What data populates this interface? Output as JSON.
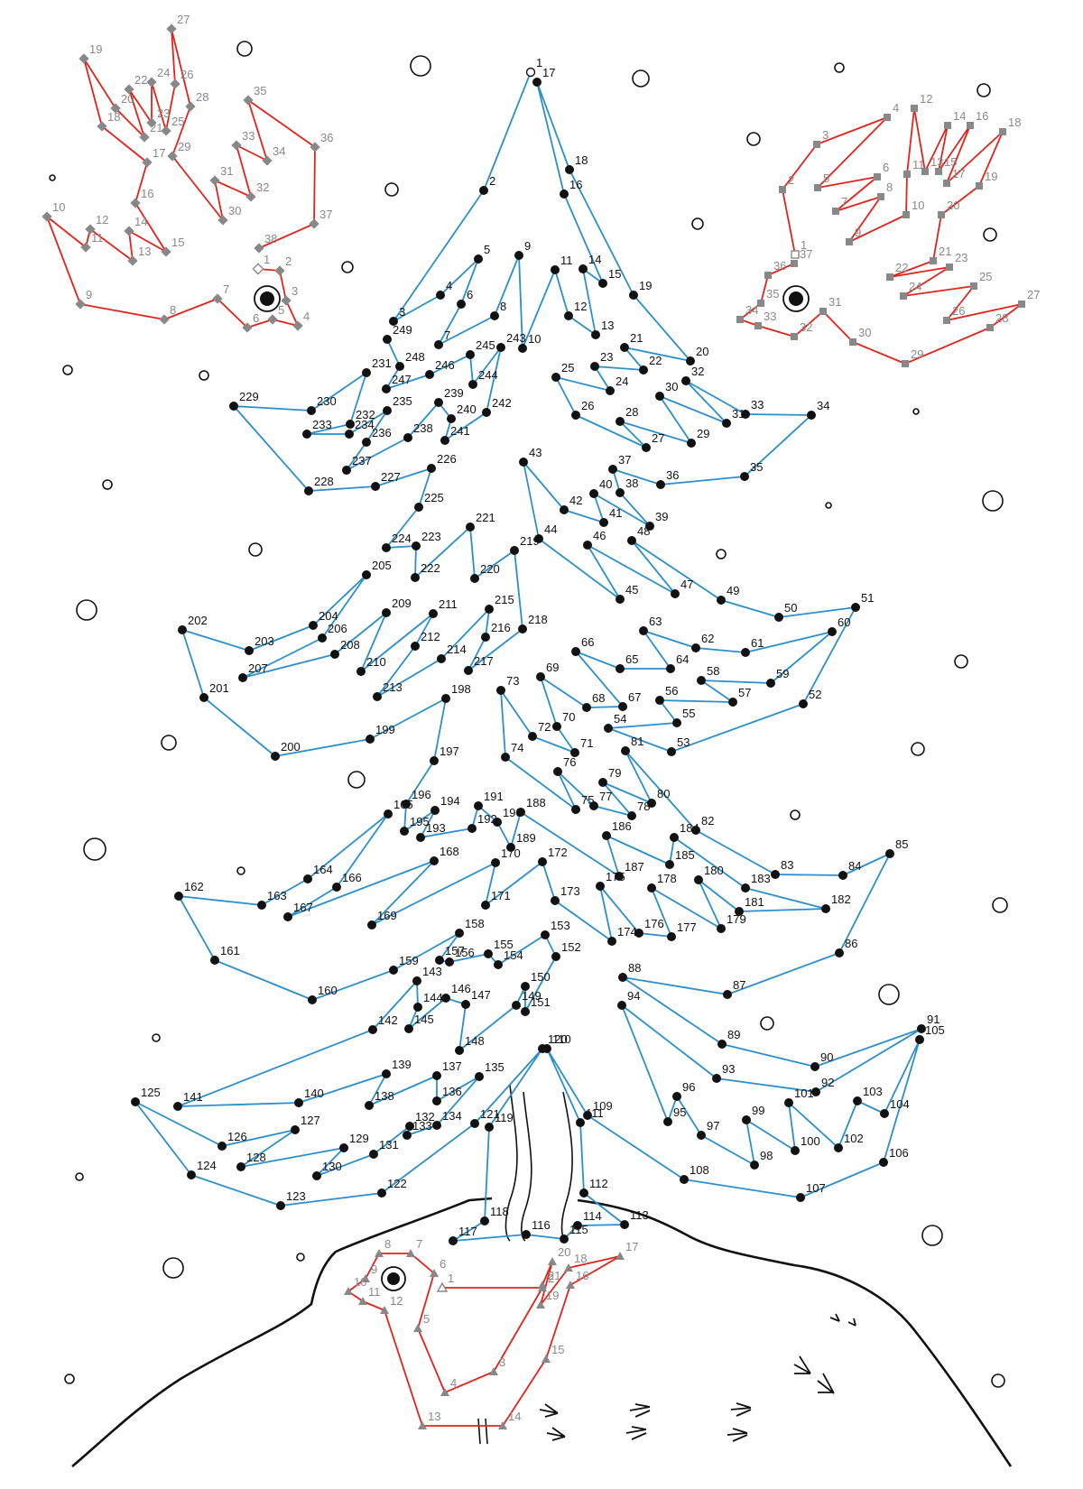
{
  "puzzle": {
    "colors": {
      "tree": "#2b8fcb",
      "birds": "#e2231a",
      "dot": "#111111",
      "marker": "#888888",
      "ground": "#111111"
    },
    "tree": [
      [
        "1",
        588,
        80
      ],
      [
        "2",
        536,
        211
      ],
      [
        "3",
        436,
        356
      ],
      [
        "4",
        488,
        327
      ],
      [
        "5",
        530,
        287
      ],
      [
        "6",
        511,
        337
      ],
      [
        "7",
        486,
        382
      ],
      [
        "8",
        548,
        350
      ],
      [
        "9",
        575,
        283
      ],
      [
        "10",
        579,
        386
      ],
      [
        "11",
        615,
        299
      ],
      [
        "12",
        630,
        350
      ],
      [
        "13",
        660,
        371
      ],
      [
        "14",
        646,
        298
      ],
      [
        "15",
        668,
        314
      ],
      [
        "16",
        625,
        215
      ],
      [
        "17",
        595,
        91
      ],
      [
        "18",
        631,
        188
      ],
      [
        "19",
        702,
        327
      ],
      [
        "20",
        765,
        400
      ],
      [
        "21",
        692,
        385
      ],
      [
        "22",
        713,
        410
      ],
      [
        "23",
        659,
        406
      ],
      [
        "24",
        676,
        433
      ],
      [
        "25",
        616,
        418
      ],
      [
        "26",
        638,
        460
      ],
      [
        "27",
        716,
        496
      ],
      [
        "28",
        687,
        467
      ],
      [
        "29",
        766,
        491
      ],
      [
        "30",
        731,
        439
      ],
      [
        "31",
        805,
        469
      ],
      [
        "32",
        760,
        422
      ],
      [
        "33",
        826,
        459
      ],
      [
        "34",
        899,
        460
      ],
      [
        "35",
        825,
        528
      ],
      [
        "36",
        732,
        537
      ],
      [
        "37",
        679,
        520
      ],
      [
        "38",
        687,
        546
      ],
      [
        "39",
        720,
        583
      ],
      [
        "40",
        658,
        547
      ],
      [
        "41",
        669,
        579
      ],
      [
        "42",
        625,
        565
      ],
      [
        "43",
        580,
        512
      ],
      [
        "44",
        597,
        597
      ],
      [
        "45",
        687,
        664
      ],
      [
        "46",
        651,
        604
      ],
      [
        "47",
        748,
        658
      ],
      [
        "48",
        700,
        599
      ],
      [
        "49",
        799,
        665
      ],
      [
        "50",
        863,
        684
      ],
      [
        "51",
        948,
        673
      ],
      [
        "52",
        890,
        780
      ],
      [
        "53",
        744,
        833
      ],
      [
        "54",
        674,
        807
      ],
      [
        "55",
        750,
        801
      ],
      [
        "56",
        731,
        776
      ],
      [
        "57",
        812,
        778
      ],
      [
        "58",
        777,
        754
      ],
      [
        "59",
        854,
        757
      ],
      [
        "60",
        922,
        700
      ],
      [
        "61",
        826,
        723
      ],
      [
        "62",
        771,
        718
      ],
      [
        "63",
        713,
        699
      ],
      [
        "64",
        743,
        741
      ],
      [
        "65",
        687,
        741
      ],
      [
        "66",
        638,
        722
      ],
      [
        "67",
        690,
        783
      ],
      [
        "68",
        650,
        784
      ],
      [
        "69",
        599,
        750
      ],
      [
        "70",
        617,
        805
      ],
      [
        "71",
        637,
        834
      ],
      [
        "72",
        590,
        816
      ],
      [
        "73",
        555,
        765
      ],
      [
        "74",
        560,
        839
      ],
      [
        "75",
        638,
        897
      ],
      [
        "76",
        618,
        855
      ],
      [
        "77",
        658,
        893
      ],
      [
        "78",
        700,
        904
      ],
      [
        "79",
        668,
        867
      ],
      [
        "80",
        722,
        890
      ],
      [
        "81",
        693,
        832
      ],
      [
        "82",
        771,
        920
      ],
      [
        "83",
        859,
        969
      ],
      [
        "84",
        934,
        970
      ],
      [
        "85",
        986,
        946
      ],
      [
        "86",
        930,
        1056
      ],
      [
        "87",
        806,
        1102
      ],
      [
        "88",
        690,
        1083
      ],
      [
        "89",
        800,
        1157
      ],
      [
        "90",
        903,
        1182
      ],
      [
        "91",
        1021,
        1140
      ],
      [
        "92",
        904,
        1210
      ],
      [
        "93",
        794,
        1195
      ],
      [
        "94",
        689,
        1114
      ],
      [
        "95",
        740,
        1243
      ],
      [
        "96",
        750,
        1215
      ],
      [
        "97",
        777,
        1258
      ],
      [
        "98",
        836,
        1291
      ],
      [
        "99",
        827,
        1241
      ],
      [
        "100",
        881,
        1275
      ],
      [
        "101",
        874,
        1222
      ],
      [
        "102",
        929,
        1272
      ],
      [
        "103",
        950,
        1220
      ],
      [
        "104",
        980,
        1234
      ],
      [
        "105",
        1019,
        1152
      ],
      [
        "106",
        979,
        1288
      ],
      [
        "107",
        887,
        1327
      ],
      [
        "108",
        758,
        1307
      ],
      [
        "109",
        651,
        1236
      ],
      [
        "110",
        606,
        1162
      ],
      [
        "111",
        643,
        1244
      ],
      [
        "112",
        647,
        1322
      ],
      [
        "113",
        692,
        1357
      ],
      [
        "114",
        640,
        1358
      ],
      [
        "115",
        625,
        1373
      ],
      [
        "116",
        583,
        1368
      ],
      [
        "117",
        502,
        1375
      ],
      [
        "118",
        537,
        1353
      ],
      [
        "119",
        542,
        1249
      ],
      [
        "120",
        601,
        1162
      ],
      [
        "121",
        526,
        1245
      ],
      [
        "122",
        423,
        1322
      ],
      [
        "123",
        311,
        1336
      ],
      [
        "124",
        212,
        1302
      ],
      [
        "125",
        150,
        1221
      ],
      [
        "126",
        246,
        1270
      ],
      [
        "127",
        327,
        1252
      ],
      [
        "128",
        267,
        1293
      ],
      [
        "129",
        381,
        1272
      ],
      [
        "130",
        351,
        1303
      ],
      [
        "131",
        414,
        1279
      ],
      [
        "132",
        454,
        1248
      ],
      [
        "133",
        451,
        1258
      ],
      [
        "134",
        484,
        1247
      ],
      [
        "135",
        531,
        1193
      ],
      [
        "136",
        484,
        1220
      ],
      [
        "137",
        484,
        1192
      ],
      [
        "138",
        409,
        1225
      ],
      [
        "139",
        428,
        1190
      ],
      [
        "140",
        331,
        1222
      ],
      [
        "141",
        197,
        1226
      ],
      [
        "142",
        413,
        1141
      ],
      [
        "143",
        462,
        1087
      ],
      [
        "144",
        463,
        1116
      ],
      [
        "145",
        453,
        1140
      ],
      [
        "146",
        494,
        1106
      ],
      [
        "147",
        516,
        1113
      ],
      [
        "148",
        509,
        1164
      ],
      [
        "149",
        572,
        1114
      ],
      [
        "150",
        582,
        1093
      ],
      [
        "151",
        582,
        1121
      ],
      [
        "152",
        616,
        1060
      ],
      [
        "153",
        604,
        1036
      ],
      [
        "154",
        552,
        1069
      ],
      [
        "155",
        541,
        1057
      ],
      [
        "156",
        498,
        1066
      ],
      [
        "157",
        487,
        1064
      ],
      [
        "158",
        509,
        1034
      ],
      [
        "159",
        436,
        1075
      ],
      [
        "160",
        346,
        1108
      ],
      [
        "161",
        238,
        1064
      ],
      [
        "162",
        198,
        993
      ],
      [
        "163",
        290,
        1003
      ],
      [
        "164",
        341,
        974
      ],
      [
        "165",
        430,
        902
      ],
      [
        "166",
        373,
        983
      ],
      [
        "167",
        319,
        1016
      ],
      [
        "168",
        481,
        954
      ],
      [
        "169",
        412,
        1025
      ],
      [
        "170",
        549,
        956
      ],
      [
        "171",
        538,
        1003
      ],
      [
        "172",
        601,
        955
      ],
      [
        "173",
        615,
        998
      ],
      [
        "174",
        678,
        1043
      ],
      [
        "175",
        665,
        982
      ],
      [
        "176",
        708,
        1034
      ],
      [
        "177",
        744,
        1038
      ],
      [
        "178",
        722,
        984
      ],
      [
        "179",
        799,
        1029
      ],
      [
        "180",
        774,
        975
      ],
      [
        "181",
        819,
        1010
      ],
      [
        "182",
        915,
        1007
      ],
      [
        "183",
        826,
        984
      ],
      [
        "184",
        747,
        928
      ],
      [
        "185",
        742,
        958
      ],
      [
        "186",
        672,
        926
      ],
      [
        "187",
        686,
        971
      ],
      [
        "188",
        577,
        900
      ],
      [
        "189",
        566,
        939
      ],
      [
        "190",
        551,
        911
      ],
      [
        "191",
        530,
        893
      ],
      [
        "192",
        523,
        918
      ],
      [
        "193",
        466,
        928
      ],
      [
        "194",
        482,
        898
      ],
      [
        "195",
        448,
        921
      ],
      [
        "196",
        450,
        891
      ],
      [
        "197",
        481,
        843
      ],
      [
        "198",
        494,
        774
      ],
      [
        "199",
        410,
        819
      ],
      [
        "200",
        305,
        838
      ],
      [
        "201",
        226,
        773
      ],
      [
        "202",
        202,
        698
      ],
      [
        "203",
        276,
        721
      ],
      [
        "204",
        347,
        693
      ],
      [
        "205",
        406,
        637
      ],
      [
        "206",
        357,
        707
      ],
      [
        "207",
        269,
        751
      ],
      [
        "208",
        371,
        725
      ],
      [
        "209",
        428,
        679
      ],
      [
        "210",
        400,
        744
      ],
      [
        "211",
        480,
        680
      ],
      [
        "212",
        460,
        716
      ],
      [
        "213",
        418,
        772
      ],
      [
        "214",
        489,
        730
      ],
      [
        "215",
        542,
        675
      ],
      [
        "216",
        538,
        706
      ],
      [
        "217",
        519,
        743
      ],
      [
        "218",
        579,
        697
      ],
      [
        "219",
        570,
        610
      ],
      [
        "220",
        526,
        641
      ],
      [
        "221",
        521,
        584
      ],
      [
        "222",
        460,
        640
      ],
      [
        "223",
        461,
        605
      ],
      [
        "224",
        428,
        607
      ],
      [
        "225",
        464,
        562
      ],
      [
        "226",
        478,
        519
      ],
      [
        "227",
        416,
        539
      ],
      [
        "228",
        342,
        544
      ],
      [
        "229",
        259,
        450
      ],
      [
        "230",
        345,
        455
      ],
      [
        "231",
        406,
        413
      ],
      [
        "232",
        388,
        470
      ],
      [
        "233",
        340,
        481
      ],
      [
        "234",
        387,
        481
      ],
      [
        "235",
        429,
        455
      ],
      [
        "236",
        406,
        490
      ],
      [
        "237",
        384,
        521
      ],
      [
        "238",
        452,
        485
      ],
      [
        "239",
        486,
        446
      ],
      [
        "240",
        500,
        464
      ],
      [
        "241",
        493,
        488
      ],
      [
        "242",
        539,
        457
      ],
      [
        "243",
        555,
        385
      ],
      [
        "244",
        524,
        426
      ],
      [
        "245",
        521,
        393
      ],
      [
        "246",
        476,
        415
      ],
      [
        "247",
        428,
        431
      ],
      [
        "248",
        443,
        406
      ],
      [
        "249",
        429,
        376
      ]
    ],
    "left_bird": [
      [
        "1",
        286,
        298
      ],
      [
        "2",
        310,
        300
      ],
      [
        "3",
        317,
        333
      ],
      [
        "4",
        330,
        361
      ],
      [
        "5",
        302,
        354
      ],
      [
        "6",
        274,
        363
      ],
      [
        "7",
        241,
        331
      ],
      [
        "8",
        182,
        354
      ],
      [
        "9",
        89,
        337
      ],
      [
        "10",
        52,
        240
      ],
      [
        "11",
        95,
        274
      ],
      [
        "12",
        100,
        254
      ],
      [
        "13",
        147,
        289
      ],
      [
        "14",
        143,
        256
      ],
      [
        "15",
        184,
        279
      ],
      [
        "16",
        150,
        225
      ],
      [
        "17",
        163,
        180
      ],
      [
        "18",
        113,
        140
      ],
      [
        "19",
        93,
        65
      ],
      [
        "20",
        128,
        120
      ],
      [
        "21",
        160,
        152
      ],
      [
        "22",
        143,
        99
      ],
      [
        "23",
        168,
        136
      ],
      [
        "24",
        168,
        91
      ],
      [
        "25",
        184,
        145
      ],
      [
        "26",
        194,
        93
      ],
      [
        "27",
        190,
        32
      ],
      [
        "28",
        211,
        118
      ],
      [
        "29",
        191,
        173
      ],
      [
        "30",
        247,
        244
      ],
      [
        "31",
        238,
        200
      ],
      [
        "32",
        278,
        218
      ],
      [
        "33",
        262,
        161
      ],
      [
        "34",
        296,
        178
      ],
      [
        "35",
        275,
        111
      ],
      [
        "36",
        349,
        163
      ],
      [
        "37",
        348,
        248
      ],
      [
        "38",
        287,
        275
      ]
    ],
    "right_bird": [
      [
        "1",
        881,
        282
      ],
      [
        "2",
        867,
        210
      ],
      [
        "3",
        905,
        160
      ],
      [
        "4",
        983,
        130
      ],
      [
        "5",
        906,
        208
      ],
      [
        "6",
        972,
        196
      ],
      [
        "7",
        926,
        234
      ],
      [
        "8",
        976,
        218
      ],
      [
        "9",
        941,
        268
      ],
      [
        "10",
        1004,
        238
      ],
      [
        "11",
        1005,
        193
      ],
      [
        "12",
        1013,
        120
      ],
      [
        "13",
        1025,
        190
      ],
      [
        "14",
        1050,
        139
      ],
      [
        "15",
        1040,
        190
      ],
      [
        "16",
        1075,
        139
      ],
      [
        "17",
        1049,
        203
      ],
      [
        "18",
        1111,
        146
      ],
      [
        "19",
        1085,
        206
      ],
      [
        "20",
        1043,
        238
      ],
      [
        "21",
        1034,
        289
      ],
      [
        "22",
        986,
        307
      ],
      [
        "23",
        1052,
        296
      ],
      [
        "24",
        1001,
        328
      ],
      [
        "25",
        1079,
        317
      ],
      [
        "26",
        1049,
        355
      ],
      [
        "27",
        1132,
        337
      ],
      [
        "28",
        1097,
        363
      ],
      [
        "29",
        1003,
        403
      ],
      [
        "30",
        945,
        379
      ],
      [
        "31",
        912,
        345
      ],
      [
        "32",
        880,
        373
      ],
      [
        "33",
        840,
        361
      ],
      [
        "34",
        820,
        354
      ],
      [
        "35",
        843,
        336
      ],
      [
        "36",
        851,
        305
      ],
      [
        "37",
        880,
        292
      ]
    ],
    "bottom_bird": [
      [
        "1",
        490,
        1427
      ],
      [
        "2",
        601,
        1427
      ],
      [
        "3",
        547,
        1520
      ],
      [
        "4",
        493,
        1543
      ],
      [
        "5",
        463,
        1472
      ],
      [
        "6",
        481,
        1411
      ],
      [
        "7",
        455,
        1389
      ],
      [
        "8",
        420,
        1389
      ],
      [
        "9",
        405,
        1417
      ],
      [
        "10",
        386,
        1431
      ],
      [
        "11",
        402,
        1442
      ],
      [
        "12",
        426,
        1452
      ],
      [
        "13",
        468,
        1580
      ],
      [
        "14",
        557,
        1580
      ],
      [
        "15",
        605,
        1506
      ],
      [
        "16",
        632,
        1424
      ],
      [
        "17",
        687,
        1392
      ],
      [
        "18",
        630,
        1405
      ],
      [
        "19",
        599,
        1446
      ],
      [
        "20",
        612,
        1398
      ],
      [
        "21",
        601,
        1424
      ]
    ]
  }
}
